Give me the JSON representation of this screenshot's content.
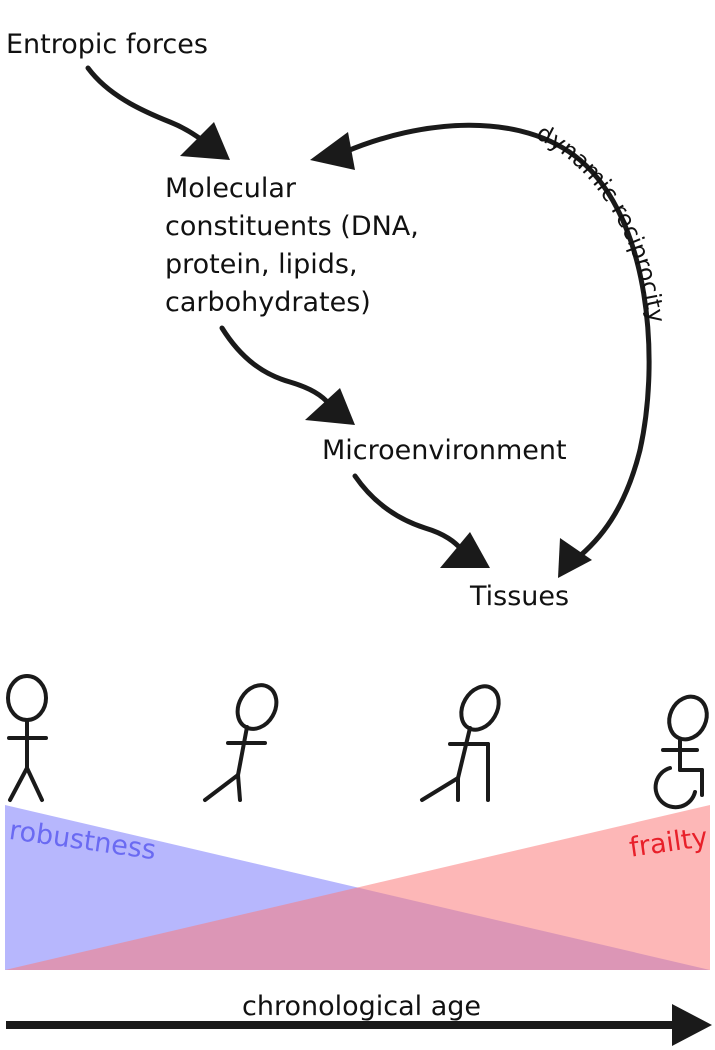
{
  "nodes": {
    "entropic_forces": "Entropic forces",
    "molecular_constituents": [
      "Molecular",
      "constituents (DNA,",
      "protein, lipids,",
      "carbohydrates)"
    ],
    "microenvironment": "Microenvironment",
    "tissues": "Tissues"
  },
  "feedback_label": "dynamic reciprocity",
  "gradient": {
    "robustness_label": "robustness",
    "frailty_label": "frailty",
    "robustness_color": "#7b7bfb",
    "frailty_color": "#fb7b7b",
    "robustness_text_color": "#6a6af2",
    "frailty_text_color": "#e8202a"
  },
  "age_axis_label": "chronological age",
  "figures": [
    "standing-person-icon",
    "walking-person-icon",
    "person-with-cane-icon",
    "person-in-wheelchair-icon"
  ]
}
